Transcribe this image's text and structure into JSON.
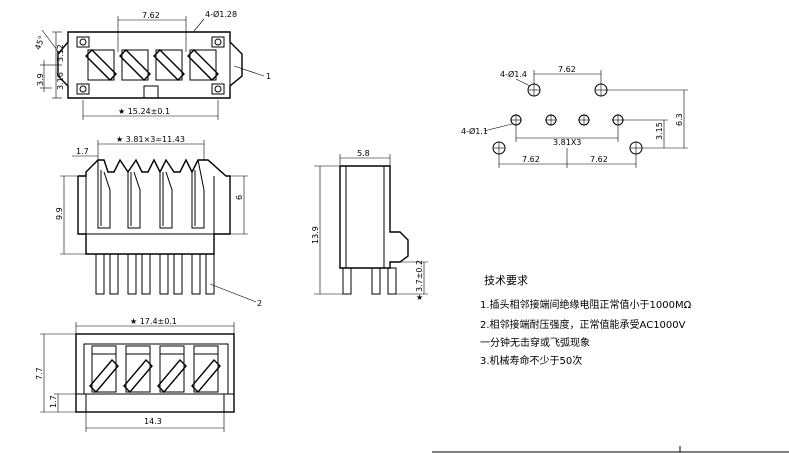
{
  "top_view": {
    "dim_pitch": "7.62",
    "dim_holes": "4-Ø1.28",
    "dim_angle": "45°",
    "dim_h1": "3.12",
    "dim_h2": "3.16",
    "dim_h_total": "3.9",
    "dim_width": "★ 15.24±0.1",
    "leader_1": "1"
  },
  "pcb_layout": {
    "dim_holes_top": "4-Ø1.4",
    "dim_pitch_top": "7.62",
    "dim_holes_bottom": "4-Ø1.1",
    "dim_row_spacing": "3.81X3",
    "dim_pitch_left": "7.62",
    "dim_pitch_right": "7.62",
    "dim_v_small": "3.15",
    "dim_v_total": "6.3"
  },
  "front_view": {
    "dim_pitch": "★ 3.81×3=11.43",
    "dim_17": "1.7",
    "dim_height": "9.9",
    "dim_6": "6",
    "leader_2": "2"
  },
  "side_view": {
    "dim_width": "5.8",
    "dim_height": "13.9",
    "dim_pin": "3.7±0.2",
    "star": "★"
  },
  "bottom_view": {
    "dim_width": "★ 17.4±0.1",
    "dim_h_total": "7.7",
    "dim_h_small": "1.7",
    "dim_base": "14.3"
  },
  "tech_notes": {
    "title": "技术要求",
    "items": [
      "1.插头相邻接端间绝缘电阻正常值小于1000MΩ",
      "2.相邻接端耐压强度，正常值能承受AC1000V",
      "一分钟无击穿或飞弧现象",
      "3.机械寿命不少于50次"
    ]
  }
}
